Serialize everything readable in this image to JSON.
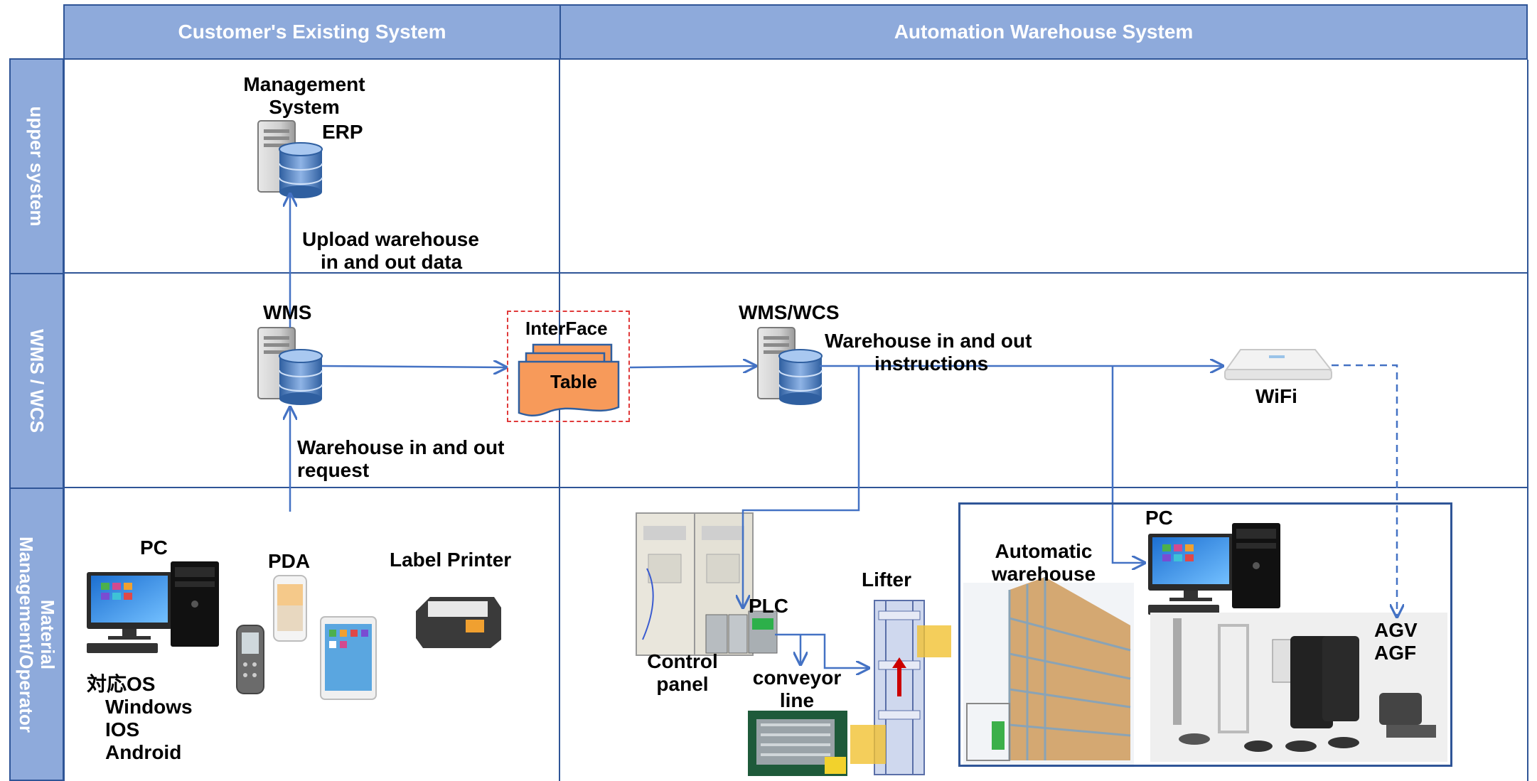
{
  "header": {
    "customer": "Customer's Existing System",
    "automation": "Automation Warehouse System"
  },
  "lanes": {
    "upper": "upper system",
    "wms": "WMS / WCS",
    "material_line1": "Material",
    "material_line2": "Management/Operator"
  },
  "upper": {
    "mgmt_line1": "Management",
    "mgmt_line2": "System",
    "erp": "ERP",
    "upload_line1": "Upload warehouse",
    "upload_line2": "in and out data"
  },
  "wms": {
    "wms_label": "WMS",
    "interface": "InterFace",
    "table": "Table",
    "wmswcs": "WMS/WCS",
    "instr_line1": "Warehouse in and out",
    "instr_line2": "instructions",
    "wifi": "WiFi",
    "request_line1": "Warehouse in and out",
    "request_line2": "request"
  },
  "material": {
    "pc": "PC",
    "pda": "PDA",
    "label_printer": "Label Printer",
    "os_title": "対応OS",
    "os_items": [
      "Windows",
      "IOS",
      "Android"
    ],
    "control_line1": "Control",
    "control_line2": "panel",
    "plc": "PLC",
    "conveyor_line1": "conveyor",
    "conveyor_line2": "line",
    "lifter": "Lifter",
    "auto_line1": "Automatic",
    "auto_line2": "warehouse",
    "pc2": "PC",
    "agv": "AGV",
    "agf": "AGF"
  },
  "colors": {
    "header_bg": "#8eaadb",
    "border": "#2f5597",
    "arrow": "#4472c4",
    "table_fill": "#f79a5a",
    "dashed_red": "#e03a3a"
  }
}
